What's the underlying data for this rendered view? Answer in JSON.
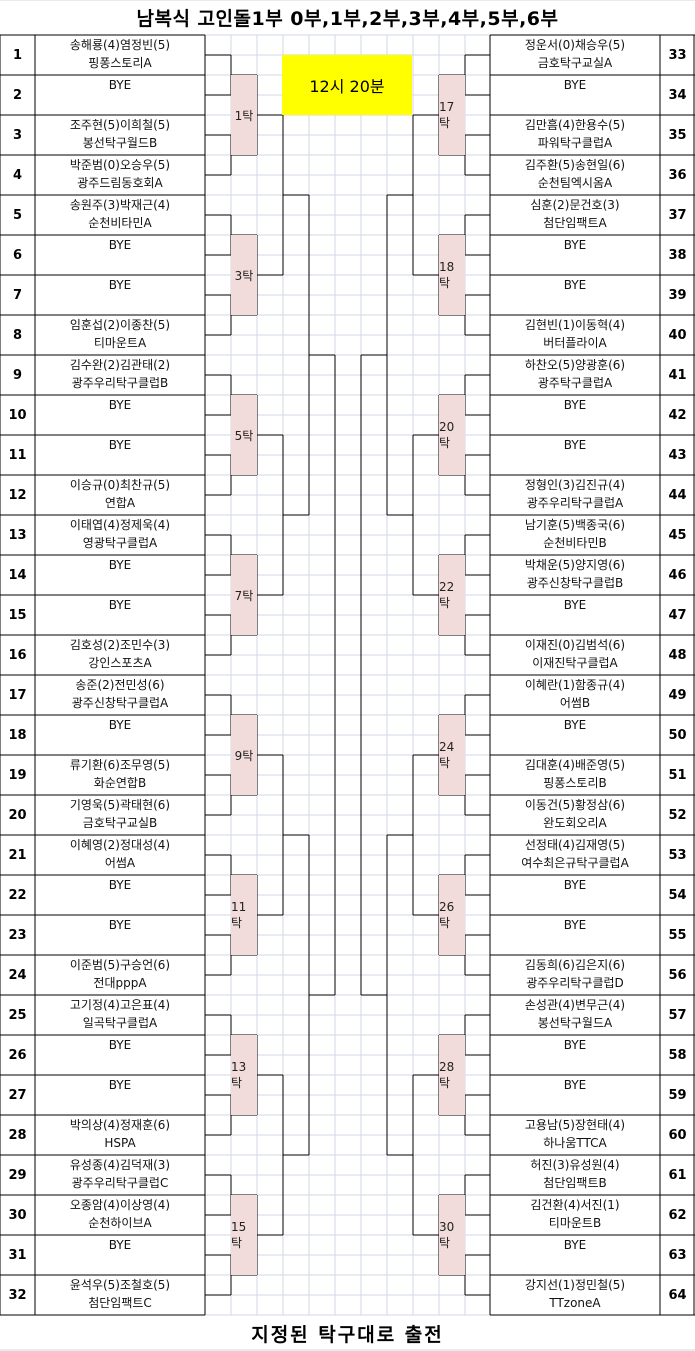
{
  "header": {
    "title": "남복식 고인돌1부 0부,1부,2부,3부,4부,5부,6부"
  },
  "time_badge": {
    "label": "12시 20분",
    "color": "#ffff00"
  },
  "footer": {
    "note": "지정된 탁구대로 출전"
  },
  "colors": {
    "table_box": "#f2dcdb",
    "grid_line": "#d0d7e5",
    "bracket_line": "#000000"
  },
  "left_entries": [
    {
      "seed": "1",
      "players": "송해룡(4)염정빈(5)",
      "club": "핑퐁스토리A"
    },
    {
      "seed": "2",
      "players": "BYE",
      "club": ""
    },
    {
      "seed": "3",
      "players": "조주현(5)이희철(5)",
      "club": "봉선탁구월드B"
    },
    {
      "seed": "4",
      "players": "박준범(0)오승우(5)",
      "club": "광주드림동호회A"
    },
    {
      "seed": "5",
      "players": "송원주(3)박재근(4)",
      "club": "순천비타민A"
    },
    {
      "seed": "6",
      "players": "BYE",
      "club": ""
    },
    {
      "seed": "7",
      "players": "BYE",
      "club": ""
    },
    {
      "seed": "8",
      "players": "임훈섭(2)이종찬(5)",
      "club": "티마운트A"
    },
    {
      "seed": "9",
      "players": "김수완(2)김관태(2)",
      "club": "광주우리탁구클럽B"
    },
    {
      "seed": "10",
      "players": "BYE",
      "club": ""
    },
    {
      "seed": "11",
      "players": "BYE",
      "club": ""
    },
    {
      "seed": "12",
      "players": "이승규(0)최찬규(5)",
      "club": "연합A"
    },
    {
      "seed": "13",
      "players": "이태엽(4)정제욱(4)",
      "club": "영광탁구클럽A"
    },
    {
      "seed": "14",
      "players": "BYE",
      "club": ""
    },
    {
      "seed": "15",
      "players": "BYE",
      "club": ""
    },
    {
      "seed": "16",
      "players": "김호성(2)조민수(3)",
      "club": "강인스포츠A"
    },
    {
      "seed": "17",
      "players": "송준(2)전민성(6)",
      "club": "광주신창탁구클럽A"
    },
    {
      "seed": "18",
      "players": "BYE",
      "club": ""
    },
    {
      "seed": "19",
      "players": "류기환(6)조무영(5)",
      "club": "화순연합B"
    },
    {
      "seed": "20",
      "players": "기영욱(5)곽태현(6)",
      "club": "금호탁구교실B"
    },
    {
      "seed": "21",
      "players": "이혜영(2)정대성(4)",
      "club": "어썸A"
    },
    {
      "seed": "22",
      "players": "BYE",
      "club": ""
    },
    {
      "seed": "23",
      "players": "BYE",
      "club": ""
    },
    {
      "seed": "24",
      "players": "이준범(5)구승언(6)",
      "club": "전대pppA"
    },
    {
      "seed": "25",
      "players": "고기정(4)고은표(4)",
      "club": "일곡탁구클럽A"
    },
    {
      "seed": "26",
      "players": "BYE",
      "club": ""
    },
    {
      "seed": "27",
      "players": "BYE",
      "club": ""
    },
    {
      "seed": "28",
      "players": "박의상(4)정재훈(6)",
      "club": "HSPA"
    },
    {
      "seed": "29",
      "players": "유성종(4)김덕재(3)",
      "club": "광주우리탁구클럽C"
    },
    {
      "seed": "30",
      "players": "오종암(4)이상영(4)",
      "club": "순천하이브A"
    },
    {
      "seed": "31",
      "players": "BYE",
      "club": ""
    },
    {
      "seed": "32",
      "players": "윤석우(5)조철호(5)",
      "club": "첨단임팩트C"
    }
  ],
  "right_entries": [
    {
      "seed": "33",
      "players": "정운서(0)채승우(5)",
      "club": "금호탁구교실A"
    },
    {
      "seed": "34",
      "players": "BYE",
      "club": ""
    },
    {
      "seed": "35",
      "players": "김만흠(4)한용수(5)",
      "club": "파워탁구클럽A"
    },
    {
      "seed": "36",
      "players": "김주환(5)송현일(6)",
      "club": "순천팀엑시옴A"
    },
    {
      "seed": "37",
      "players": "심훈(2)문건호(3)",
      "club": "첨단임팩트A"
    },
    {
      "seed": "38",
      "players": "BYE",
      "club": ""
    },
    {
      "seed": "39",
      "players": "BYE",
      "club": ""
    },
    {
      "seed": "40",
      "players": "김현빈(1)이동혁(4)",
      "club": "버터플라이A"
    },
    {
      "seed": "41",
      "players": "하찬오(5)양광훈(6)",
      "club": "광주탁구클럽A"
    },
    {
      "seed": "42",
      "players": "BYE",
      "club": ""
    },
    {
      "seed": "43",
      "players": "BYE",
      "club": ""
    },
    {
      "seed": "44",
      "players": "정형인(3)김진규(4)",
      "club": "광주우리탁구클럽A"
    },
    {
      "seed": "45",
      "players": "남기훈(5)백종국(6)",
      "club": "순천비타민B"
    },
    {
      "seed": "46",
      "players": "박채운(5)양지영(6)",
      "club": "광주신창탁구클럽B"
    },
    {
      "seed": "47",
      "players": "BYE",
      "club": ""
    },
    {
      "seed": "48",
      "players": "이재진(0)김범석(6)",
      "club": "이재진탁구클럽A"
    },
    {
      "seed": "49",
      "players": "이혜란(1)함종규(4)",
      "club": "어썸B"
    },
    {
      "seed": "50",
      "players": "BYE",
      "club": ""
    },
    {
      "seed": "51",
      "players": "김대훈(4)배준영(5)",
      "club": "핑퐁스토리B"
    },
    {
      "seed": "52",
      "players": "이동건(5)황정삼(6)",
      "club": "완도회오리A"
    },
    {
      "seed": "53",
      "players": "선정태(4)김재영(5)",
      "club": "여수최은규탁구클럽A"
    },
    {
      "seed": "54",
      "players": "BYE",
      "club": ""
    },
    {
      "seed": "55",
      "players": "BYE",
      "club": ""
    },
    {
      "seed": "56",
      "players": "김동희(6)김은지(6)",
      "club": "광주우리탁구클럽D"
    },
    {
      "seed": "57",
      "players": "손성관(4)변무근(4)",
      "club": "봉선탁구월드A"
    },
    {
      "seed": "58",
      "players": "BYE",
      "club": ""
    },
    {
      "seed": "59",
      "players": "BYE",
      "club": ""
    },
    {
      "seed": "60",
      "players": "고용남(5)장현태(4)",
      "club": "하나움TTCA"
    },
    {
      "seed": "61",
      "players": "허진(3)유성원(4)",
      "club": "첨단임팩트B"
    },
    {
      "seed": "62",
      "players": "김건환(4)서진(1)",
      "club": "티마운트B"
    },
    {
      "seed": "63",
      "players": "BYE",
      "club": ""
    },
    {
      "seed": "64",
      "players": "강지선(1)정민철(5)",
      "club": "TTzoneA"
    }
  ],
  "left_tables": [
    "1탁",
    "3탁",
    "5탁",
    "7탁",
    "9탁",
    "11탁",
    "13탁",
    "15탁"
  ],
  "right_tables": [
    "17탁",
    "18탁",
    "20탁",
    "22탁",
    "24탁",
    "26탁",
    "28탁",
    "30탁"
  ]
}
